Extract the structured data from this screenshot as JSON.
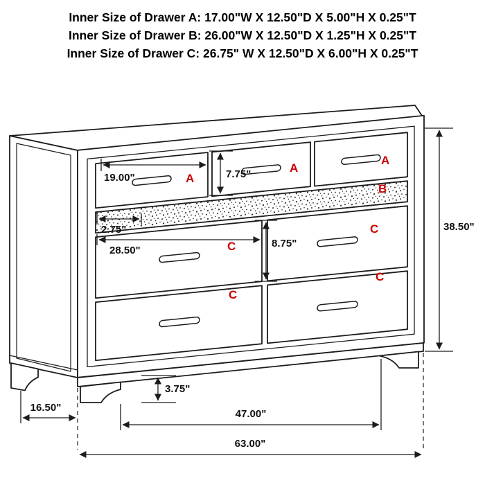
{
  "header": {
    "lines": [
      "Inner Size of Drawer A: 17.00\"W X 12.50\"D X 5.00\"H X 0.25\"T",
      "Inner Size of Drawer B: 26.00\"W X 12.50\"D X 1.25\"H X 0.25\"T",
      "Inner Size of Drawer C: 26.75\" W X 12.50\"D X 6.00\"H X 0.25\"T"
    ]
  },
  "colors": {
    "label_red": "#cc0000",
    "line": "#1c1c1c"
  },
  "drawer_labels": {
    "a1": "A",
    "a2": "A",
    "a3": "A",
    "b": "B",
    "c_left_top": "C",
    "c_left_bottom": "C",
    "c_right_top": "C",
    "c_right_bottom": "C"
  },
  "dimensions": {
    "drawer_a_width": "19.00\"",
    "drawer_a_height": "7.75\"",
    "drawer_b_height": "2.75\"",
    "drawer_c_width": "28.50\"",
    "drawer_c_height": "8.75\"",
    "overall_height": "38.50\"",
    "foot_height": "3.75\"",
    "side_depth": "16.50\"",
    "leg_span": "47.00\"",
    "overall_width": "63.00\""
  }
}
